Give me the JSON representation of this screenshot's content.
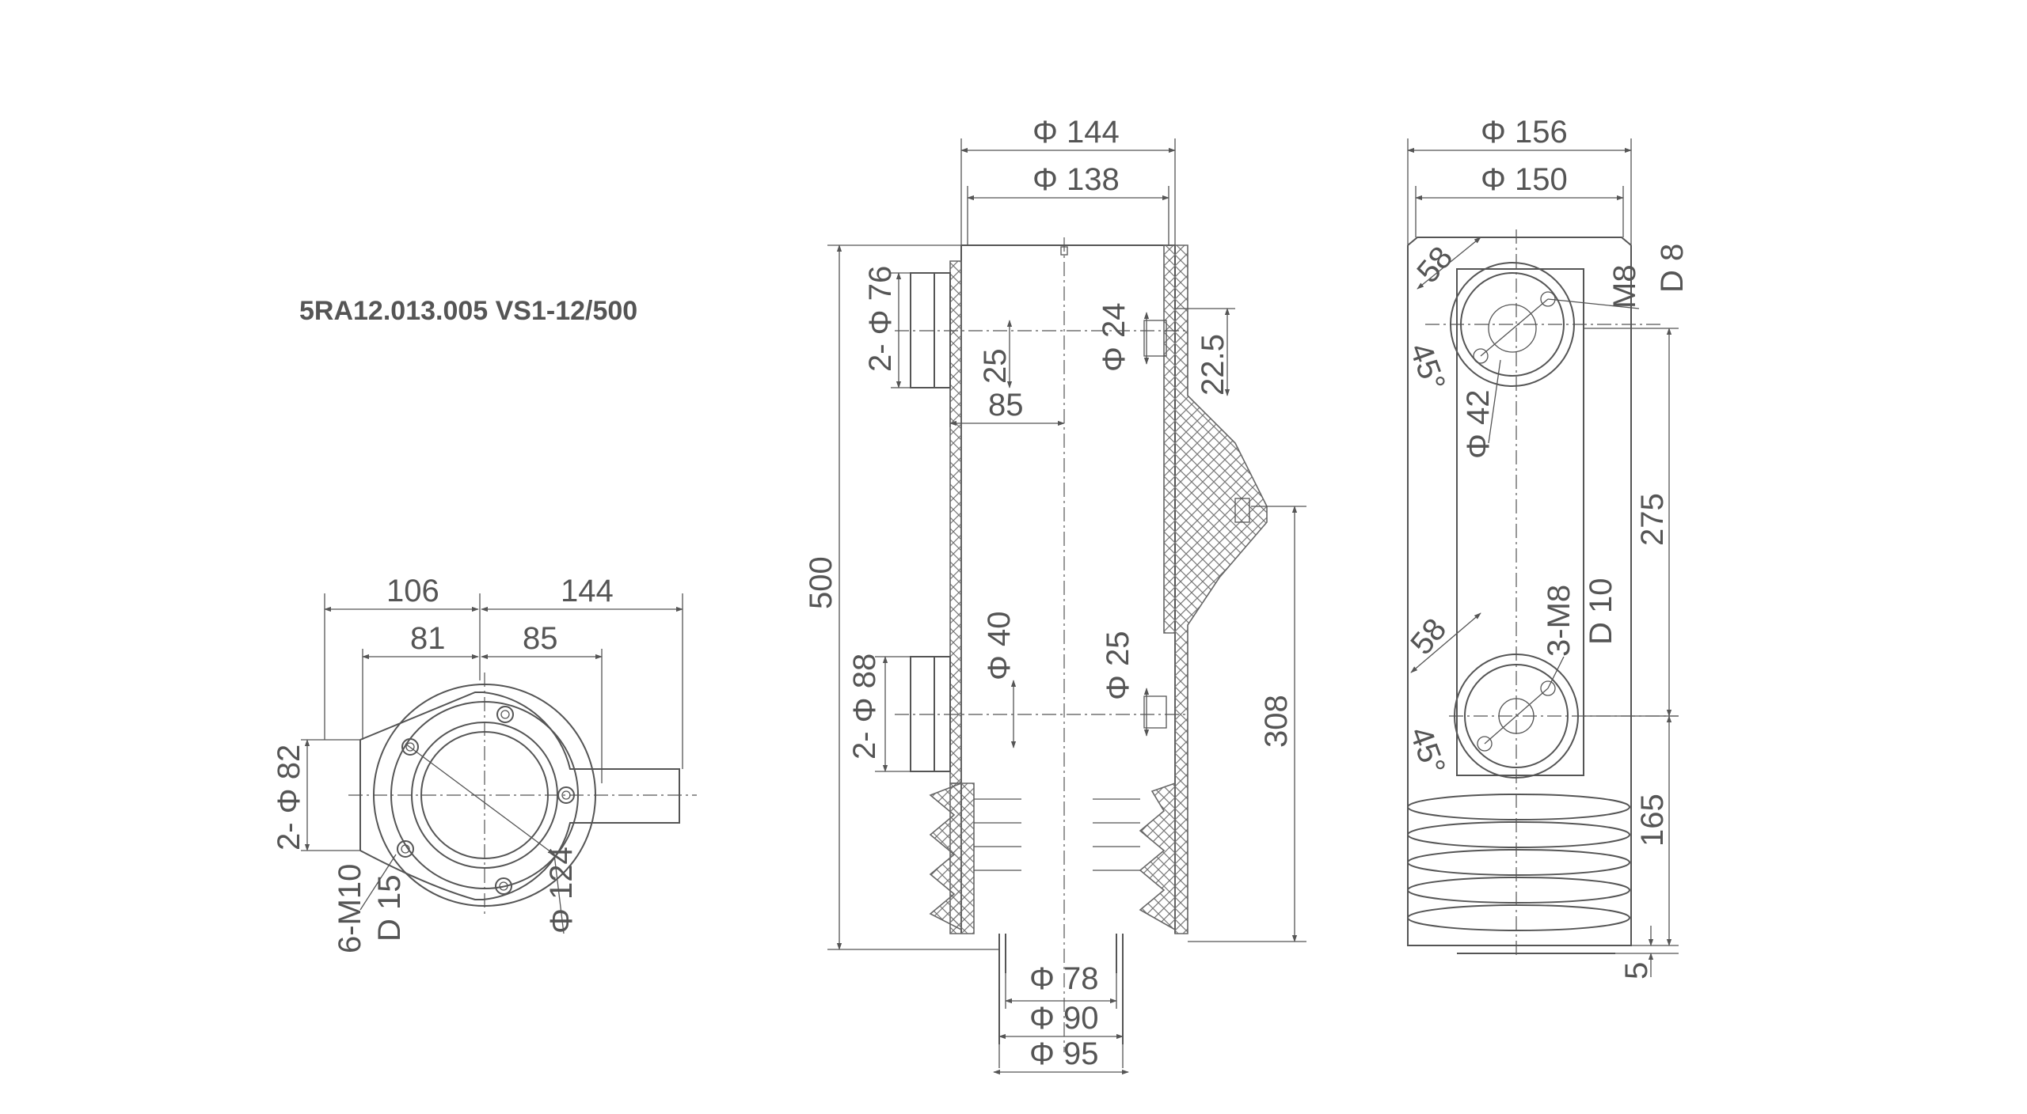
{
  "title": "5RA12.013.005 VS1-12/500",
  "colors": {
    "line": "#555555",
    "background": "#ffffff"
  },
  "left_view": {
    "dims": [
      "106",
      "144",
      "81",
      "85",
      "2- Φ 82",
      "6-M10",
      "D 15",
      "Φ 124"
    ]
  },
  "front_view": {
    "dims": [
      "Φ 144",
      "Φ 138",
      "2- Φ 76",
      "25",
      "85",
      "Φ 24",
      "22.5",
      "500",
      "Φ 40",
      "Φ 25",
      "2- Φ 88",
      "308",
      "Φ 78",
      "Φ 90",
      "Φ 95"
    ]
  },
  "side_view": {
    "dims": [
      "Φ 156",
      "Φ 150",
      "58",
      "M8",
      "D 8",
      "45°",
      "Φ 42",
      "275",
      "58",
      "3-M8",
      "D 10",
      "45°",
      "165",
      "5"
    ]
  }
}
